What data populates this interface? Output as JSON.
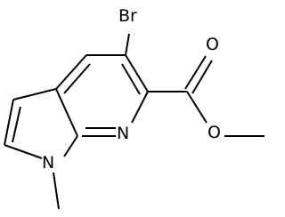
{
  "molecule": {
    "atoms": {
      "bromine": "Br",
      "pyridine_nitrogen": "N",
      "pyrrole_nitrogen": "N",
      "carbonyl_oxygen": "O",
      "ester_oxygen": "O"
    }
  }
}
